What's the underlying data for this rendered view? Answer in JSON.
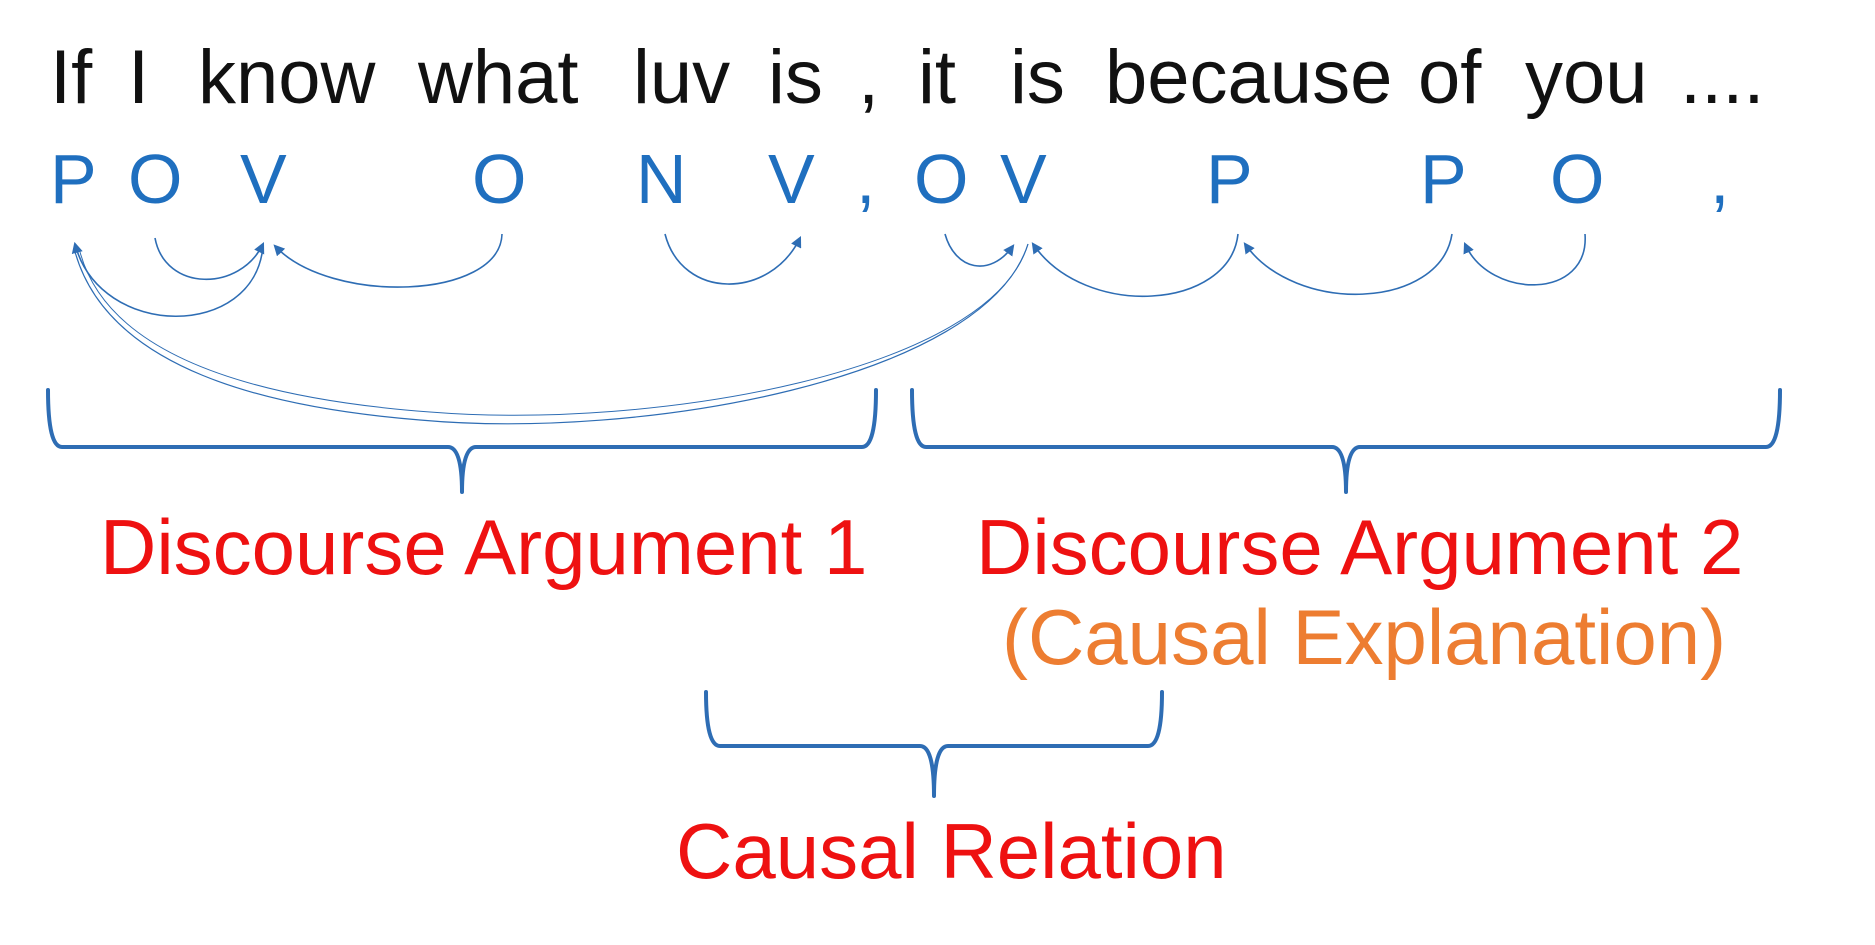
{
  "sentence": [
    "If",
    "I",
    "know",
    "what",
    "luv",
    "is",
    ",",
    "it",
    "is",
    "because",
    "of",
    "you",
    "...."
  ],
  "tags": [
    "P",
    "O",
    "V",
    "O",
    "N",
    "V",
    ",",
    "O",
    "V",
    "P",
    "P",
    "O",
    ","
  ],
  "arguments": {
    "arg1": "Discourse Argument 1",
    "arg2": "Discourse Argument 2",
    "arg2_sub": "(Causal Explanation)",
    "relation": "Causal Relation"
  },
  "colors": {
    "text": "#111111",
    "tags": "#1f6fbf",
    "arcs": "#2e6db4",
    "labels": "#ee1111",
    "sub_label": "#ed7d31"
  }
}
